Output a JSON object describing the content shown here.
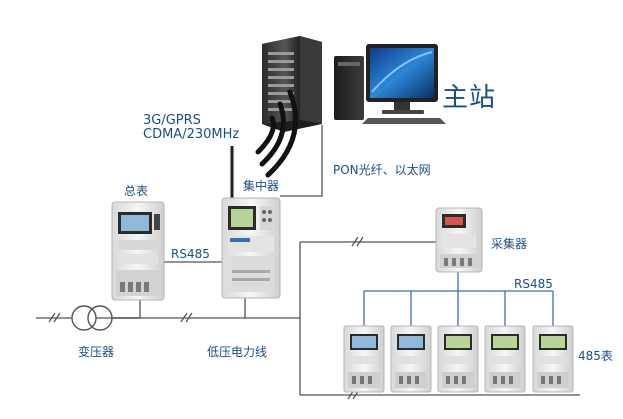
{
  "labels": {
    "main_station": "主站",
    "wireless_line1": "3G/GPRS",
    "wireless_line2": "CDMA/230MHz",
    "fiber": "PON光纤、以太网",
    "concentrator": "集中器",
    "master_meter": "总表",
    "rs485_left": "RS485",
    "collector": "采集器",
    "rs485_right": "RS485",
    "transformer": "变压器",
    "lv_line": "低压电力线",
    "meters_485": "485表"
  },
  "colors": {
    "label_text": "#1a4f86",
    "wire": "#555555",
    "bus_blue": "#3b6fb0",
    "device_body": "#ececec",
    "lcd_blue": "#8fb9d8",
    "lcd_green": "#b9d49a"
  },
  "icons": {
    "server": "server-rack-icon",
    "computer": "desktop-computer-icon",
    "signal": "wireless-signal-icon",
    "transformer": "transformer-symbol-icon"
  }
}
